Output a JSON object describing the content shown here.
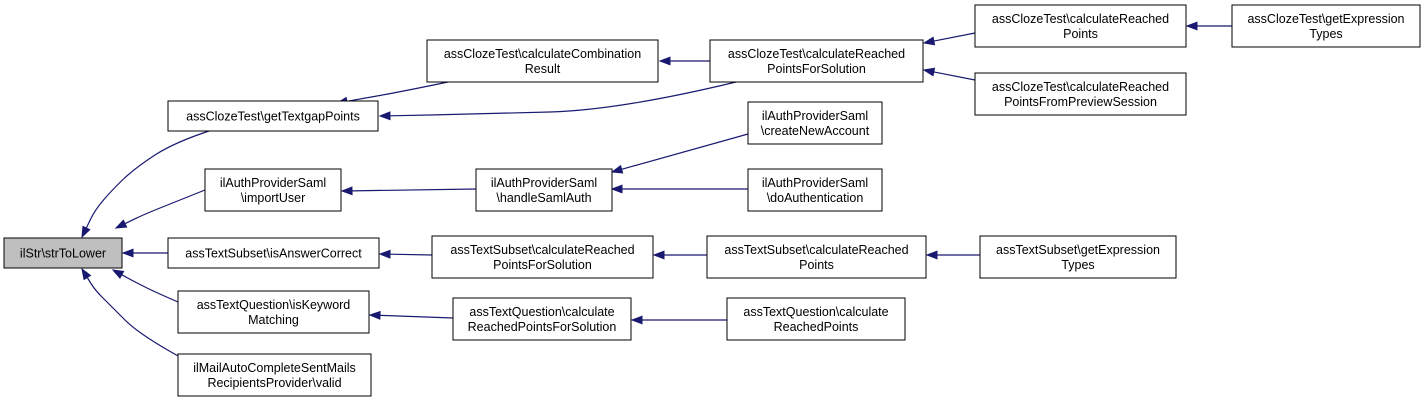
{
  "graph": {
    "edge_color": "#191970",
    "root_fill": "#bfbfbf",
    "nodes": [
      {
        "id": "n0",
        "lines": [
          "ilStr\\strToLower"
        ],
        "root": true
      },
      {
        "id": "n1",
        "lines": [
          "assClozeTest\\getTextgapPoints"
        ]
      },
      {
        "id": "n2",
        "lines": [
          "ilAuthProviderSaml",
          "\\importUser"
        ]
      },
      {
        "id": "n3",
        "lines": [
          "assTextSubset\\isAnswerCorrect"
        ]
      },
      {
        "id": "n4",
        "lines": [
          "assTextQuestion\\isKeyword",
          "Matching"
        ]
      },
      {
        "id": "n5",
        "lines": [
          "ilMailAutoCompleteSentMails",
          "RecipientsProvider\\valid"
        ]
      },
      {
        "id": "n6",
        "lines": [
          "assClozeTest\\calculateCombination",
          "Result"
        ]
      },
      {
        "id": "n7",
        "lines": [
          "assClozeTest\\calculateReached",
          "PointsForSolution"
        ]
      },
      {
        "id": "n8",
        "lines": [
          "assClozeTest\\calculateReached",
          "Points"
        ]
      },
      {
        "id": "n9",
        "lines": [
          "assClozeTest\\getExpression",
          "Types"
        ]
      },
      {
        "id": "n10",
        "lines": [
          "assClozeTest\\calculateReached",
          "PointsFromPreviewSession"
        ]
      },
      {
        "id": "n11",
        "lines": [
          "ilAuthProviderSaml",
          "\\handleSamlAuth"
        ]
      },
      {
        "id": "n12",
        "lines": [
          "ilAuthProviderSaml",
          "\\createNewAccount"
        ]
      },
      {
        "id": "n13",
        "lines": [
          "ilAuthProviderSaml",
          "\\doAuthentication"
        ]
      },
      {
        "id": "n14",
        "lines": [
          "assTextSubset\\calculateReached",
          "PointsForSolution"
        ]
      },
      {
        "id": "n15",
        "lines": [
          "assTextSubset\\calculateReached",
          "Points"
        ]
      },
      {
        "id": "n16",
        "lines": [
          "assTextSubset\\getExpression",
          "Types"
        ]
      },
      {
        "id": "n17",
        "lines": [
          "assTextQuestion\\calculate",
          "ReachedPointsForSolution"
        ]
      },
      {
        "id": "n18",
        "lines": [
          "assTextQuestion\\calculate",
          "ReachedPoints"
        ]
      }
    ],
    "edges": [
      {
        "from": "n1",
        "to": "n0"
      },
      {
        "from": "n2",
        "to": "n0"
      },
      {
        "from": "n3",
        "to": "n0"
      },
      {
        "from": "n4",
        "to": "n0"
      },
      {
        "from": "n5",
        "to": "n0"
      },
      {
        "from": "n6",
        "to": "n1"
      },
      {
        "from": "n7",
        "to": "n1"
      },
      {
        "from": "n7",
        "to": "n6"
      },
      {
        "from": "n8",
        "to": "n7"
      },
      {
        "from": "n9",
        "to": "n8"
      },
      {
        "from": "n10",
        "to": "n7"
      },
      {
        "from": "n11",
        "to": "n2"
      },
      {
        "from": "n12",
        "to": "n11"
      },
      {
        "from": "n13",
        "to": "n11"
      },
      {
        "from": "n14",
        "to": "n3"
      },
      {
        "from": "n15",
        "to": "n14"
      },
      {
        "from": "n16",
        "to": "n15"
      },
      {
        "from": "n17",
        "to": "n4"
      },
      {
        "from": "n18",
        "to": "n17"
      }
    ]
  }
}
